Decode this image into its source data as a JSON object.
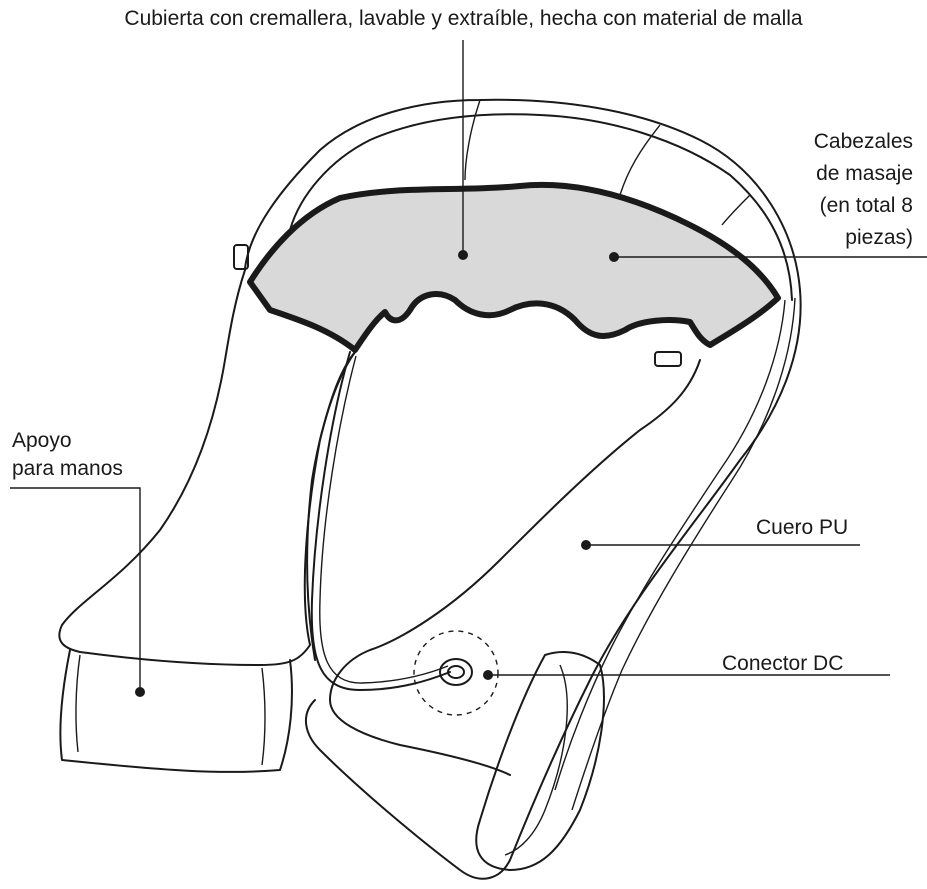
{
  "labels": {
    "cover": "Cubierta con cremallera, lavable y extraíble, hecha con material de malla",
    "heads_line1": "Cabezales",
    "heads_line2": "de masaje",
    "heads_line3": "(en total 8",
    "heads_line4": "piezas)",
    "hands_line1": "Apoyo",
    "hands_line2": "para manos",
    "pu": "Cuero PU",
    "dc": "Conector DC"
  },
  "colors": {
    "line": "#1a1a1a",
    "mesh_fill": "#d9d9d9",
    "background": "#ffffff"
  }
}
